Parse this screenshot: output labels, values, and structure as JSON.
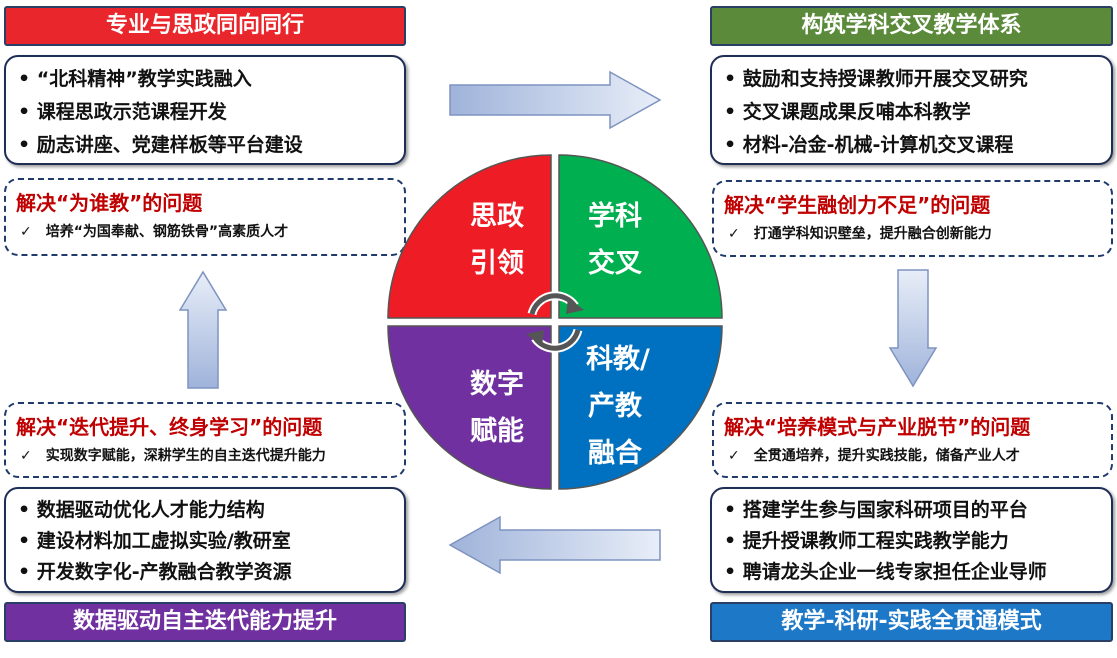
{
  "top_left": {
    "title": "专业与思政同向同行",
    "bullets": [
      "“北科精神”教学实践融入",
      "课程思政示范课程开发",
      "励志讲座、党建样板等平台建设"
    ],
    "problem": "解决“为谁教”的问题",
    "solution": "培养“为国奉献、钢筋铁骨”高素质人才"
  },
  "top_right": {
    "title": "构筑学科交叉教学体系",
    "bullets": [
      "鼓励和支持授课教师开展交叉研究",
      "交叉课题成果反哺本科教学",
      "材料-冶金-机械-计算机交叉课程"
    ],
    "problem": "解决“学生融创力不足”的问题",
    "solution": "打通学科知识壁垒，提升融合创新能力"
  },
  "bottom_left": {
    "title": "数据驱动自主迭代能力提升",
    "bullets": [
      "数据驱动优化人才能力结构",
      "建设材料加工虚拟实验/教研室",
      "开发数字化-产教融合教学资源"
    ],
    "problem": "解决“迭代提升、终身学习”的问题",
    "solution": "实现数字赋能，深耕学生的自主迭代提升能力"
  },
  "bottom_right": {
    "title": "教学-科研-实践全贯通模式",
    "bullets": [
      "搭建学生参与国家科研项目的平台",
      "提升授课教师工程实践教学能力",
      "聘请龙头企业一线专家担任企业导师"
    ],
    "problem": "解决“培养模式与产业脱节”的问题",
    "solution": "全贯通培养，提升实践技能，储备产业人才"
  },
  "check": "✓",
  "center": {
    "q1": [
      "思政",
      "引领"
    ],
    "q2": [
      "学科",
      "交叉"
    ],
    "q3": [
      "数字",
      "赋能"
    ],
    "q4": [
      "科教/",
      "产教",
      "融合"
    ]
  },
  "colors": {
    "red": "#e8262b",
    "green": "#5a8a3a",
    "purple": "#7030a0",
    "blue": "#1e78c8"
  }
}
